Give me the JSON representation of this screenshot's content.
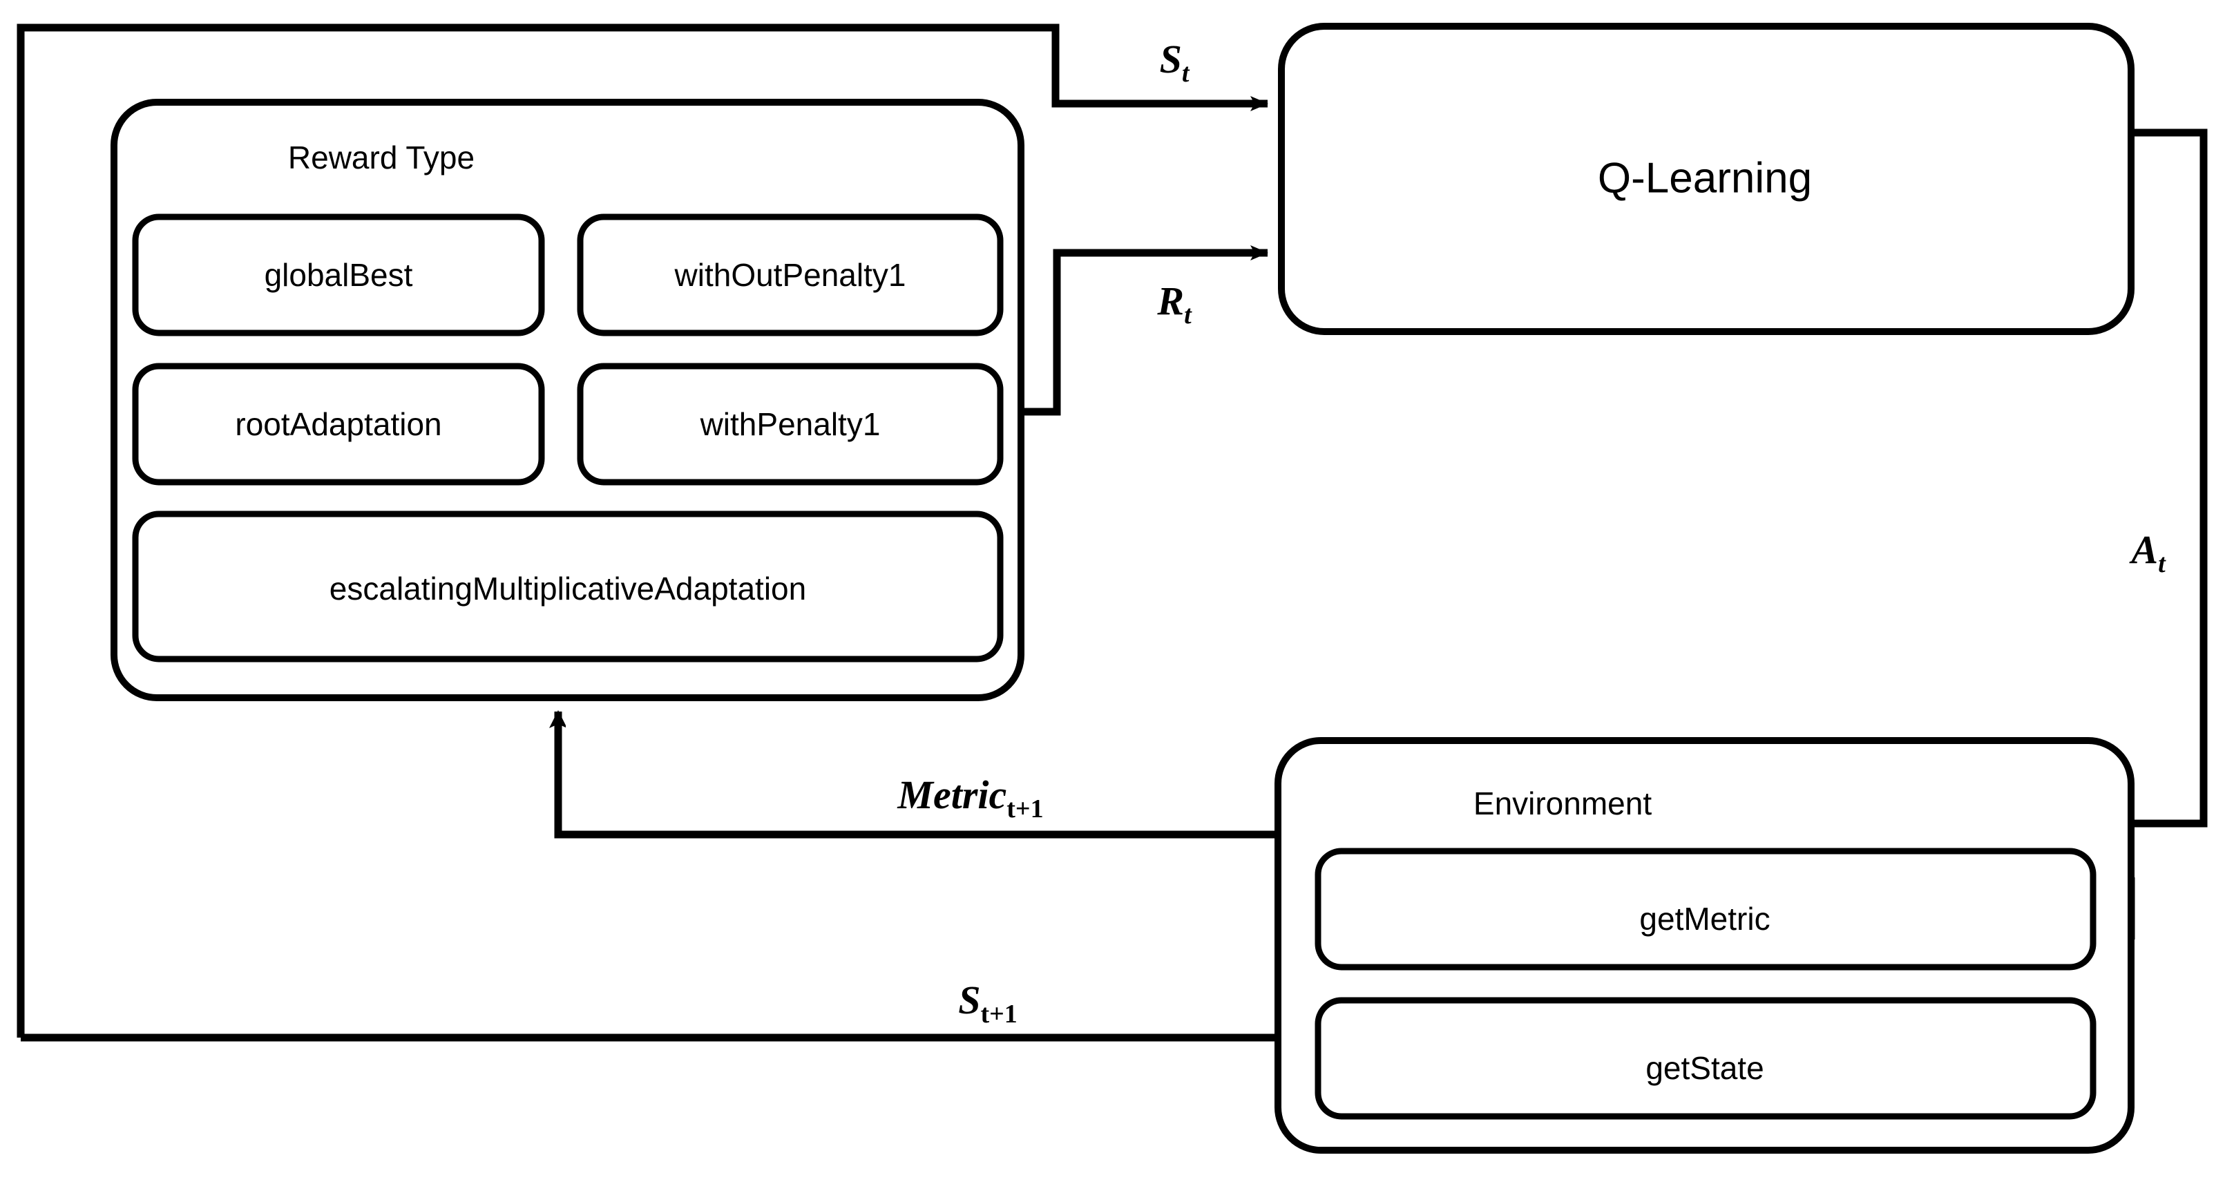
{
  "diagram": {
    "title": "Q-Learning reward-type / environment feedback loop",
    "stroke_color": "#000000",
    "background_color": "#ffffff"
  },
  "reward_group": {
    "title": "Reward Type",
    "options": [
      {
        "label": "globalBest"
      },
      {
        "label": "withOutPenalty1"
      },
      {
        "label": "rootAdaptation"
      },
      {
        "label": "withPenalty1"
      },
      {
        "label": "escalatingMultiplicativeAdaptation"
      }
    ]
  },
  "agent": {
    "title": "Q-Learning"
  },
  "environment": {
    "title": "Environment",
    "methods": [
      {
        "label": "getMetric"
      },
      {
        "label": "getState"
      }
    ]
  },
  "edges": [
    {
      "id": "state-in",
      "symbol": "S",
      "sub": "t",
      "text": "St"
    },
    {
      "id": "reward-in",
      "symbol": "R",
      "sub": "t",
      "text": "Rt"
    },
    {
      "id": "action",
      "symbol": "A",
      "sub": "t",
      "text": "At"
    },
    {
      "id": "metric",
      "symbol": "Metric",
      "sub": "t+1",
      "text": "Metric t+1"
    },
    {
      "id": "next-state",
      "symbol": "S",
      "sub": "t+1",
      "text": "St+1"
    }
  ]
}
